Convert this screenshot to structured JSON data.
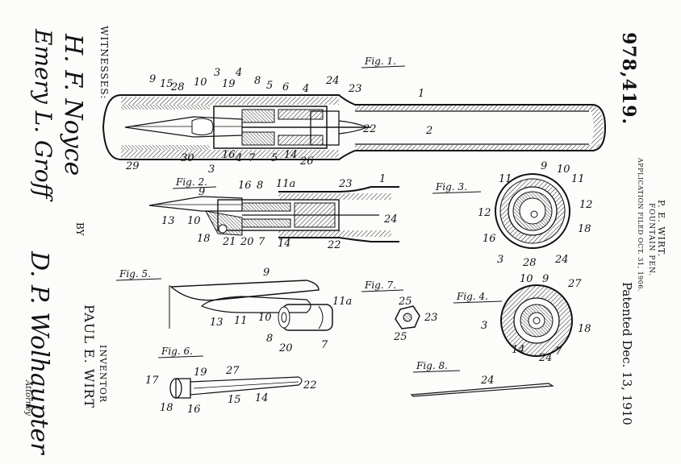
{
  "patent": {
    "number": "978,419.",
    "inventor_header": "P. E. WIRT.",
    "title": "FOUNTAIN PEN.",
    "application": "APPLICATION FILED OCT. 31, 1906.",
    "patented": "Patented Dec. 13, 1910"
  },
  "witnesses": {
    "label": "WITNESSES:",
    "signature_1": "H. F. Noyce",
    "signature_2": "Emery L. Groff"
  },
  "inventor_block": {
    "by": "BY",
    "inventor_name": "PAUL E. WIRT",
    "inventor_label": "INVENTOR",
    "attorney_signature": "D. P. Wolhaupter",
    "attorney_label": "Attorney"
  },
  "figures": {
    "fig1": "Fig. 1.",
    "fig2": "Fig. 2.",
    "fig3": "Fig. 3.",
    "fig4": "Fig. 4.",
    "fig5": "Fig. 5.",
    "fig6": "Fig. 6.",
    "fig7": "Fig. 7.",
    "fig8": "Fig. 8."
  },
  "reference_numerals": {
    "f1": [
      "9",
      "15",
      "28",
      "10",
      "3",
      "19",
      "4",
      "8",
      "5",
      "6",
      "4",
      "24",
      "23",
      "1",
      "2",
      "22",
      "29",
      "30",
      "3",
      "16",
      "4",
      "7",
      "5",
      "14",
      "26"
    ],
    "f2": [
      "16",
      "8",
      "11a",
      "23",
      "1",
      "9",
      "13",
      "10",
      "18",
      "21",
      "20",
      "7",
      "14",
      "22",
      "24"
    ],
    "f3": [
      "9",
      "10",
      "11",
      "11",
      "12",
      "12",
      "18",
      "16",
      "3",
      "28",
      "24"
    ],
    "f4": [
      "10",
      "9",
      "27",
      "3",
      "18",
      "14",
      "24",
      "7"
    ],
    "f5": [
      "9",
      "11a",
      "13",
      "11",
      "10",
      "8",
      "20",
      "7"
    ],
    "f6": [
      "17",
      "19",
      "27",
      "22",
      "18",
      "16",
      "15",
      "14"
    ],
    "f7": [
      "25",
      "23",
      "25"
    ],
    "f8": [
      "24"
    ]
  }
}
